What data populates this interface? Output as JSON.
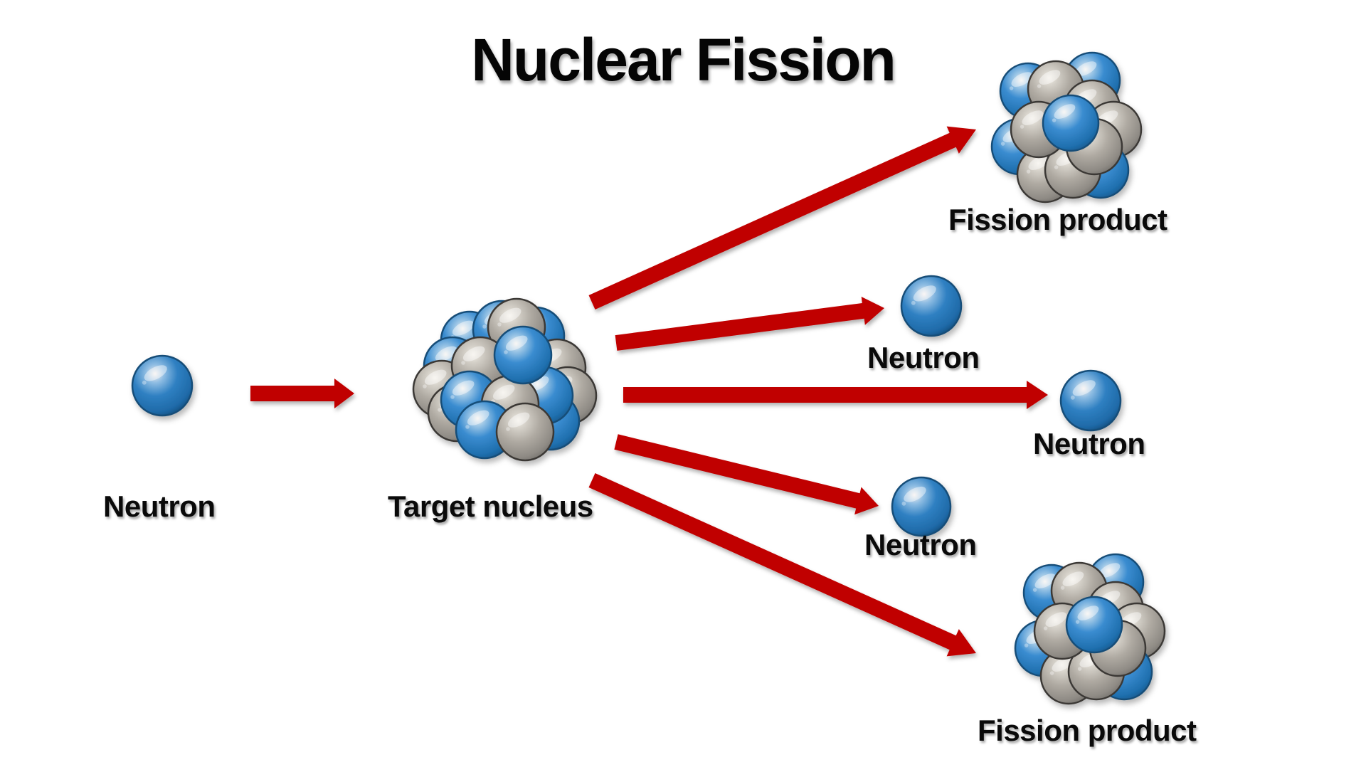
{
  "title": "Nuclear Fission",
  "colors": {
    "arrow": "#c00000",
    "proton_blue": "#2a7bbf",
    "neutron_gray": "#a8a49c",
    "background": "#ffffff",
    "text": "#000000"
  },
  "labels": {
    "incoming_neutron": "Neutron",
    "target_nucleus": "Target nucleus",
    "fission_product_top": "Fission product",
    "neutron_1": "Neutron",
    "neutron_2": "Neutron",
    "neutron_3": "Neutron",
    "fission_product_bottom": "Fission product"
  },
  "diagram": {
    "nodes": [
      {
        "id": "incoming_neutron",
        "type": "neutron",
        "label": "Neutron"
      },
      {
        "id": "target_nucleus",
        "type": "nucleus",
        "label": "Target nucleus"
      },
      {
        "id": "fission_product_top",
        "type": "nucleus",
        "label": "Fission product"
      },
      {
        "id": "neutron_1",
        "type": "neutron",
        "label": "Neutron"
      },
      {
        "id": "neutron_2",
        "type": "neutron",
        "label": "Neutron"
      },
      {
        "id": "neutron_3",
        "type": "neutron",
        "label": "Neutron"
      },
      {
        "id": "fission_product_bottom",
        "type": "nucleus",
        "label": "Fission product"
      }
    ],
    "edges": [
      {
        "from": "incoming_neutron",
        "to": "target_nucleus"
      },
      {
        "from": "target_nucleus",
        "to": "fission_product_top"
      },
      {
        "from": "target_nucleus",
        "to": "neutron_1"
      },
      {
        "from": "target_nucleus",
        "to": "neutron_2"
      },
      {
        "from": "target_nucleus",
        "to": "neutron_3"
      },
      {
        "from": "target_nucleus",
        "to": "fission_product_bottom"
      }
    ]
  }
}
